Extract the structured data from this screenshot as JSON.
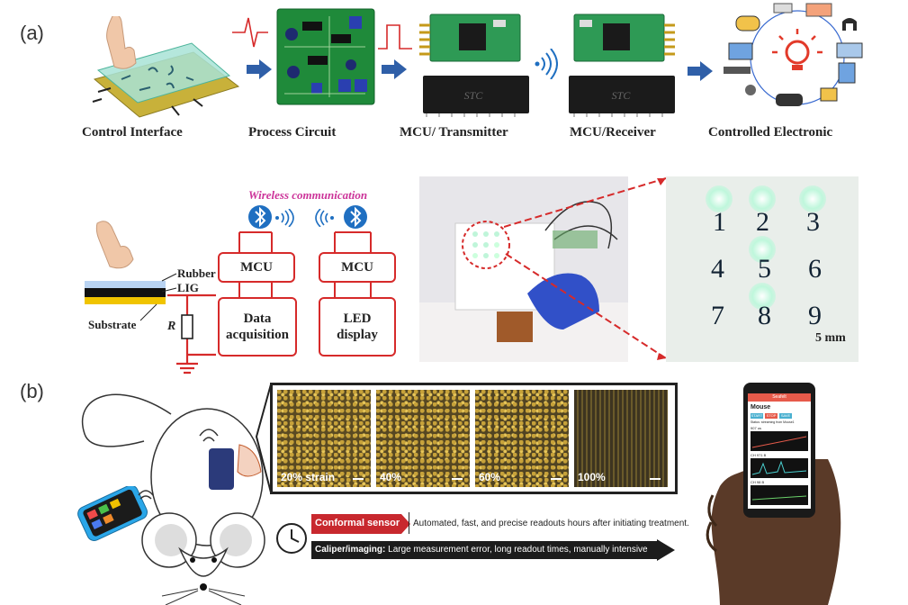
{
  "panel_a": {
    "label": "(a)",
    "stages": [
      "Control Interface",
      "Process Circuit",
      "MCU/ Transmitter",
      "MCU/Receiver",
      "Controlled  Electronic"
    ],
    "chip_text": "STC",
    "wireless_title": "Wireless communication",
    "mcu_label": "MCU",
    "data_acq_label": [
      "Data",
      "acquisition"
    ],
    "led_label": [
      "LED",
      "display"
    ],
    "layers": [
      "Rubber",
      "LIG",
      "Substrate"
    ],
    "resistor_label": "R",
    "keypad_numbers": [
      "1",
      "2",
      "3",
      "4",
      "5",
      "6",
      "7",
      "8",
      "9"
    ],
    "scale_label": "5 mm"
  },
  "panel_b": {
    "label": "(b)",
    "micrographs": [
      "20% strain",
      "40%",
      "60%",
      "100%"
    ],
    "timeline": {
      "conformal_label": "Conformal sensor",
      "conformal_text": "Automated, fast, and precise readouts hours after initiating treatment.",
      "caliper_label": "Caliper/imaging:",
      "caliper_text": "Large measurement error, long readout times, manually intensive"
    },
    "phone_app": {
      "header": "Seafelt",
      "title": "Mouse",
      "buttons": [
        "START",
        "STOP",
        "SAVE"
      ],
      "status": "Status: streaming from Mouse1",
      "readouts": [
        "907 us",
        "CH 971 B",
        "CH 98 B"
      ]
    }
  },
  "colors": {
    "accent_red": "#d62a2a",
    "arrow_blue": "#2f5fa8",
    "magenta": "#cc3399",
    "bluetooth": "#1f6fc1"
  }
}
